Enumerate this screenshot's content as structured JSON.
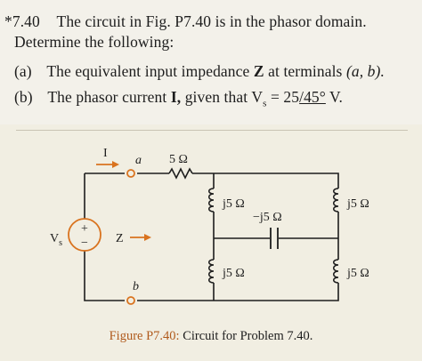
{
  "problem": {
    "number": "*7.40",
    "line1_rest": "The circuit in Fig. P7.40 is in the phasor domain.",
    "line2": "Determine the following:",
    "part_a_label": "(a)",
    "part_a_text": "The equivalent input impedance",
    "part_a_z": "Z",
    "part_a_text2": "at terminals",
    "part_a_terms": "(a, b).",
    "part_b_label": "(b)",
    "part_b_text": "The phasor current",
    "part_b_i": "I,",
    "part_b_text2": "given that V",
    "part_b_sub": "s",
    "part_b_eq": " = 25",
    "part_b_angle": "/45°",
    "part_b_unit": " V."
  },
  "circuit": {
    "current_label": "I",
    "terminal_a": "a",
    "terminal_b": "b",
    "series_resistor": "5 Ω",
    "inductor_top_left": "j5 Ω",
    "capacitor": "−j5 Ω",
    "inductor_top_right": "j5 Ω",
    "inductor_bottom_left": "j5 Ω",
    "inductor_bottom_right": "j5 Ω",
    "source_label": "V",
    "source_sub": "s",
    "source_plus": "+",
    "source_minus": "−",
    "impedance_label": "Z",
    "colors": {
      "arrow": "#d9731f",
      "terminal": "#d9731f",
      "wire": "#1d1d1d"
    }
  },
  "caption": {
    "figure_label": "Figure P7.40:",
    "text": " Circuit for Problem 7.40."
  }
}
